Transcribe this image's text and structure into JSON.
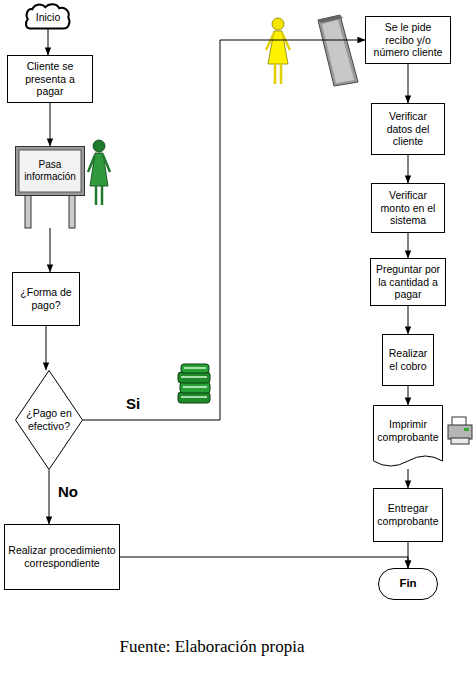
{
  "diagram": {
    "caption": "Fuente: Elaboración propia",
    "nodes": [
      {
        "text": [
          "Inicio"
        ]
      },
      {
        "text": [
          "Cliente se presenta a pagar"
        ]
      },
      {
        "text": [
          "Pasa información"
        ]
      },
      {
        "text": [
          "¿Forma de pago?"
        ]
      },
      {
        "text": [
          "¿Pago en efectivo?"
        ]
      },
      {
        "text": [
          "Realizar procedimiento correspondiente"
        ]
      },
      {
        "text": [
          "Se le pide recibo y/o número cliente"
        ]
      },
      {
        "text": [
          "Verificar datos del cliente"
        ]
      },
      {
        "text": [
          "Verificar monto en el sistema"
        ]
      },
      {
        "text": [
          "Preguntar por la cantidad a pagar"
        ]
      },
      {
        "text": [
          "Realizar el cobro"
        ]
      },
      {
        "text": [
          "Imprimir comprobante"
        ]
      },
      {
        "text": [
          "Entregar comprobante"
        ]
      },
      {
        "text": [
          "Fin"
        ]
      }
    ],
    "edges": [
      {
        "from": 0,
        "to": 1,
        "arrow": "to"
      },
      {
        "from": 1,
        "to": 2,
        "arrow": "to"
      },
      {
        "from": 2,
        "to": 3,
        "arrow": "to"
      },
      {
        "from": 3,
        "to": 4,
        "arrow": "to"
      },
      {
        "from": 4,
        "to": 6,
        "label": "Si",
        "arrow": "to"
      },
      {
        "from": 4,
        "to": 5,
        "label": "No",
        "arrow": "to"
      },
      {
        "from": 6,
        "to": 7,
        "arrow": "to"
      },
      {
        "from": 7,
        "to": 8,
        "arrow": "to"
      },
      {
        "from": 8,
        "to": 9,
        "arrow": "to"
      },
      {
        "from": 9,
        "to": 10,
        "arrow": "to"
      },
      {
        "from": 10,
        "to": 11,
        "arrow": "to"
      },
      {
        "from": 11,
        "to": 12,
        "arrow": "to"
      },
      {
        "from": 12,
        "to": 13,
        "arrow": "to"
      },
      {
        "from": 5,
        "to": 13,
        "arrow": "to"
      }
    ]
  }
}
